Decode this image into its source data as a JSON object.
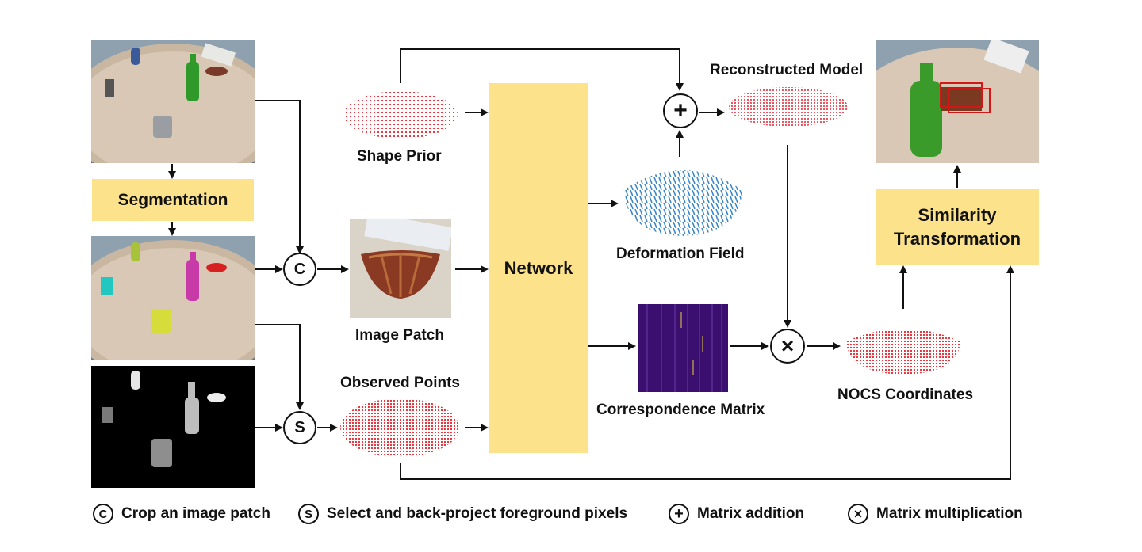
{
  "boxes": {
    "segmentation": "Segmentation",
    "network": "Network",
    "similarity_line1": "Similarity",
    "similarity_line2": "Transformation"
  },
  "labels": {
    "shape_prior": "Shape Prior",
    "image_patch": "Image Patch",
    "observed_points": "Observed Points",
    "reconstructed_model": "Reconstructed Model",
    "deformation_field": "Deformation Field",
    "correspondence_matrix": "Correspondence Matrix",
    "nocs_coordinates": "NOCS Coordinates"
  },
  "operators": {
    "crop": "C",
    "select": "S",
    "add": "+",
    "multiply": "×"
  },
  "legend": [
    {
      "symbol": "C",
      "text": "Crop an image patch"
    },
    {
      "symbol": "S",
      "text": "Select and back-project foreground pixels"
    },
    {
      "symbol": "+",
      "text": "Matrix addition"
    },
    {
      "symbol": "×",
      "text": "Matrix multiplication"
    }
  ],
  "colors": {
    "box_fill": "#FCE28A",
    "point_red": "#E8202A",
    "deformation_blue": "#3A86C8",
    "matrix_purple": "#3B0F70"
  }
}
